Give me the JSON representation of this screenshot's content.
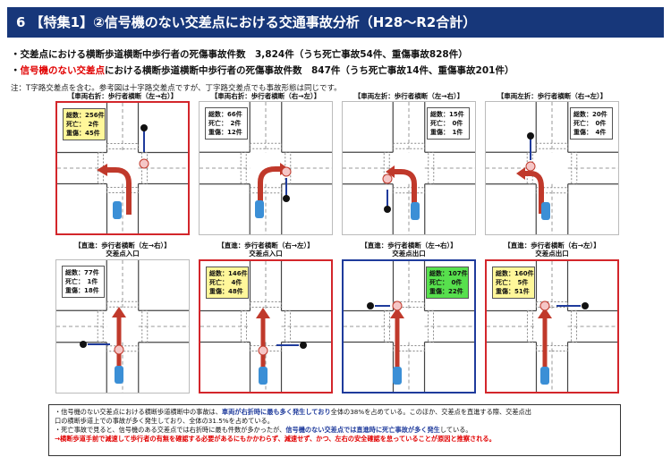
{
  "header": {
    "title": "6 【特集1】②信号機のない交差点における交通事故分析（H28～R2合計）"
  },
  "stats": {
    "line1": "・交差点における横断歩道横断中歩行者の死傷事故件数　3,824件（うち死亡事故54件、重傷事故828件）",
    "line2_prefix": "・",
    "line2_red": "信号機のない交差点",
    "line2_rest": "における横断歩道横断中歩行者の死傷事故件数　847件（うち死亡事故14件、重傷事故201件）"
  },
  "note": "注：T字路交差点を含む。参考図は十字路交差点ですが、丁字路交差点でも事故形態は同じです。",
  "panels": [
    {
      "caption": "【車両右折：歩行者横断（左→右）】",
      "sub": "",
      "total": "総数：256件",
      "death": "死亡：　2件",
      "serious": "重傷：45件"
    },
    {
      "caption": "【車両右折：歩行者横断（右→左）】",
      "sub": "",
      "total": "総数：66件",
      "death": "死亡：　2件",
      "serious": "重傷：12件"
    },
    {
      "caption": "【車両左折：歩行者横断（左→右）】",
      "sub": "",
      "total": "総数：15件",
      "death": "死亡：　0件",
      "serious": "重傷：　1件"
    },
    {
      "caption": "【車両左折：歩行者横断（右→左）】",
      "sub": "",
      "total": "総数：20件",
      "death": "死亡：　0件",
      "serious": "重傷：　4件"
    },
    {
      "caption": "【直進：歩行者横断（左→右）】",
      "sub": "交差点入口",
      "total": "総数：77件",
      "death": "死亡：　1件",
      "serious": "重傷：18件"
    },
    {
      "caption": "【直進：歩行者横断（右→左）】",
      "sub": "交差点入口",
      "total": "総数：146件",
      "death": "死亡：　4件",
      "serious": "重傷：48件"
    },
    {
      "caption": "【直進：歩行者横断（左→右）】",
      "sub": "交差点出口",
      "total": "総数：107件",
      "death": "死亡：　0件",
      "serious": "重傷：22件"
    },
    {
      "caption": "【直進：歩行者横断（右→左）】",
      "sub": "交差点出口",
      "total": "総数：160件",
      "death": "死亡：　5件",
      "serious": "重傷：51件"
    }
  ],
  "bottom": {
    "p1a": "・信号機のない交差点における横断歩道横断中の事故は、",
    "p1b": "車両が右折時に最も多く発生しており",
    "p1c": "全体の38%を占めている。このほか、交差点を直進する際、交差点出",
    "p2": "口の横断歩道上での事故が多く発生しており、全体の31.5%を占めている。",
    "p3a": "・死亡事故で見ると、信号機のある交差点では右折時に最も件数が多かったが、",
    "p3b": "信号機のない交差点では直進時に死亡事故が多く発生",
    "p3c": "している。",
    "p4": "→横断歩道手前で減速して歩行者の有無を確認する必要があるにもかかわらず、減速せず、かつ、左右の安全確認を怠っていることが原因と推察される。"
  }
}
